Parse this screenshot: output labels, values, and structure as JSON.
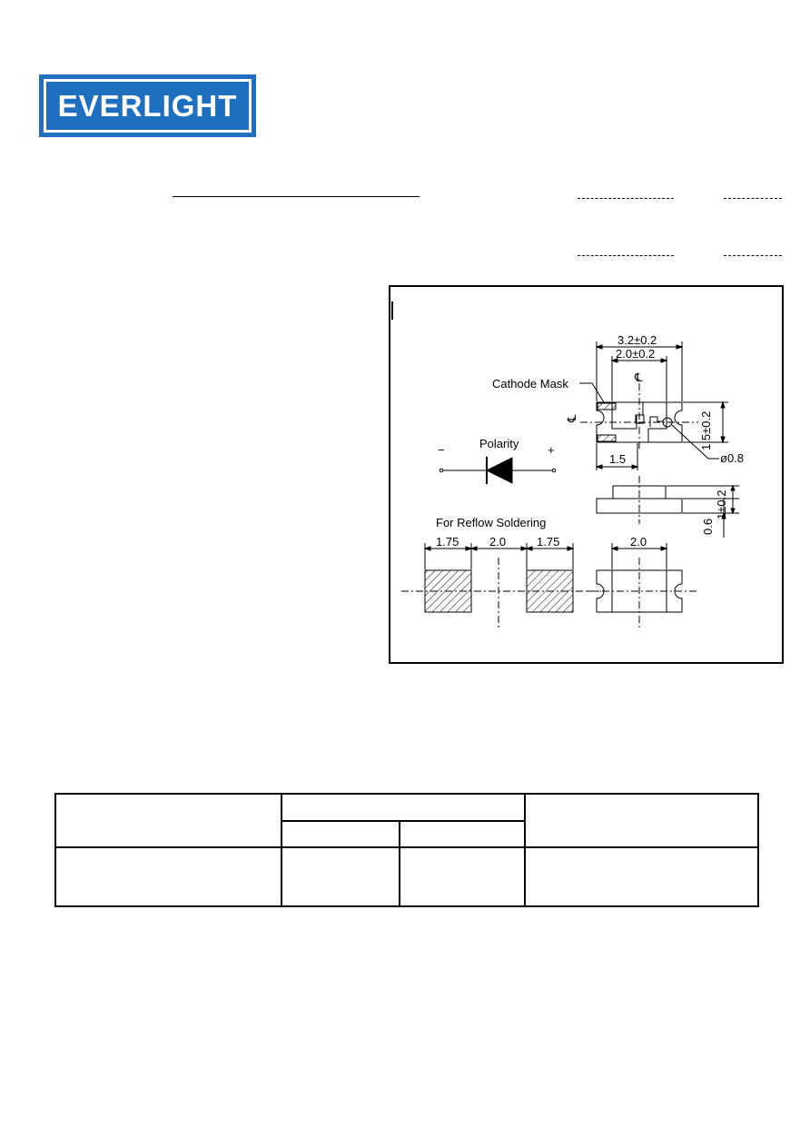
{
  "logo": {
    "text": "EVERLIGHT"
  },
  "drawing": {
    "labels": {
      "dim_length": "3.2±0.2",
      "dim_pad_span": "2.0±0.2",
      "centerline_v": "℄",
      "centerline_h": "℄",
      "cathode_mask": "Cathode Mask",
      "dim_height": "1.5±0.2",
      "polarity": "Polarity",
      "minus": "−",
      "plus": "+",
      "dim_anode": "1.5",
      "dim_hole": "ø0.8",
      "dim_thickness": "1±0.2",
      "dim_base": "0.6",
      "reflow": "For Reflow Soldering",
      "pad_1": "1.75",
      "pad_gap": "2.0",
      "pad_2": "1.75",
      "pad_right": "2.0"
    }
  },
  "table": {
    "header": [
      "",
      "",
      ""
    ],
    "subheader": [
      "",
      ""
    ],
    "row": [
      "",
      "",
      "",
      ""
    ]
  }
}
